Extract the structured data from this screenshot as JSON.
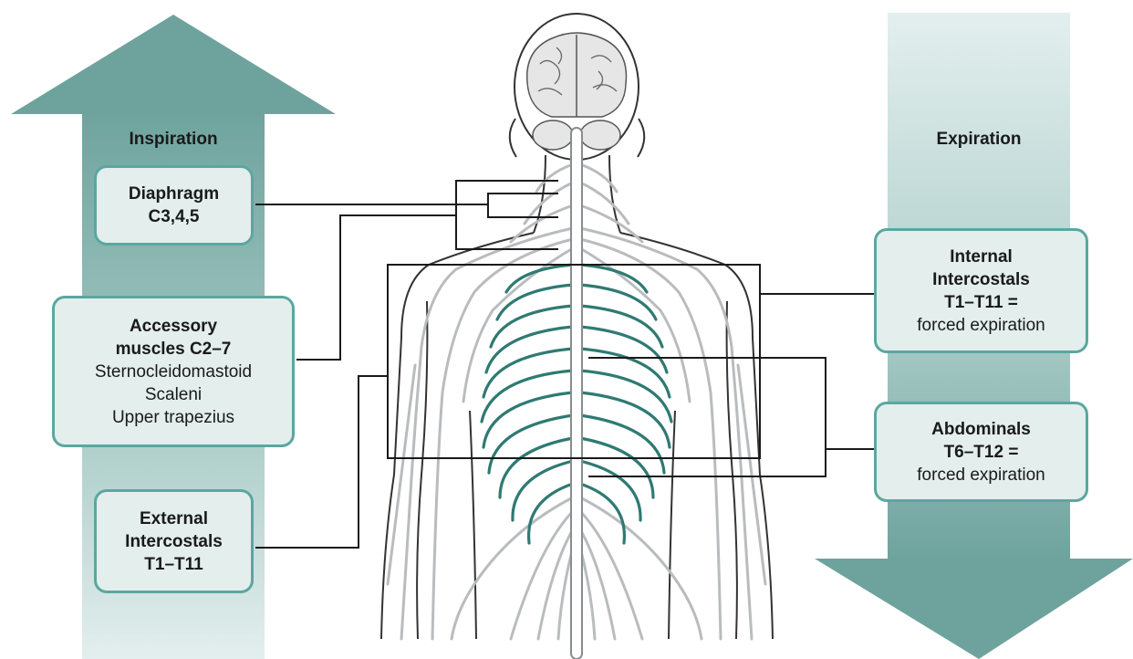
{
  "colors": {
    "arrow_dark": "#6ea39d",
    "arrow_light": "#e3efee",
    "box_border": "#5aa7a0",
    "box_fill": "#e3eeed",
    "nerve_highlight": "#2f7a72",
    "nerve_gray": "#b9bcbe",
    "outline": "#222222"
  },
  "left_arrow": {
    "title": "Inspiration",
    "direction": "up"
  },
  "right_arrow": {
    "title": "Expiration",
    "direction": "down"
  },
  "boxes": {
    "diaphragm": {
      "line1": "Diaphragm",
      "line2": "C3,4,5"
    },
    "accessory": {
      "line1": "Accessory",
      "line2": "muscles C2–7",
      "line3": "Sternocleidomastoid",
      "line4": "Scaleni",
      "line5": "Upper trapezius"
    },
    "external": {
      "line1": "External",
      "line2": "Intercostals",
      "line3": "T1–T11"
    },
    "internal": {
      "line1": "Internal",
      "line2": "Intercostals",
      "line3": "T1–T11 =",
      "line4": "forced expiration"
    },
    "abdominals": {
      "line1": "Abdominals",
      "line2": "T6–T12 =",
      "line3": "forced expiration"
    }
  }
}
